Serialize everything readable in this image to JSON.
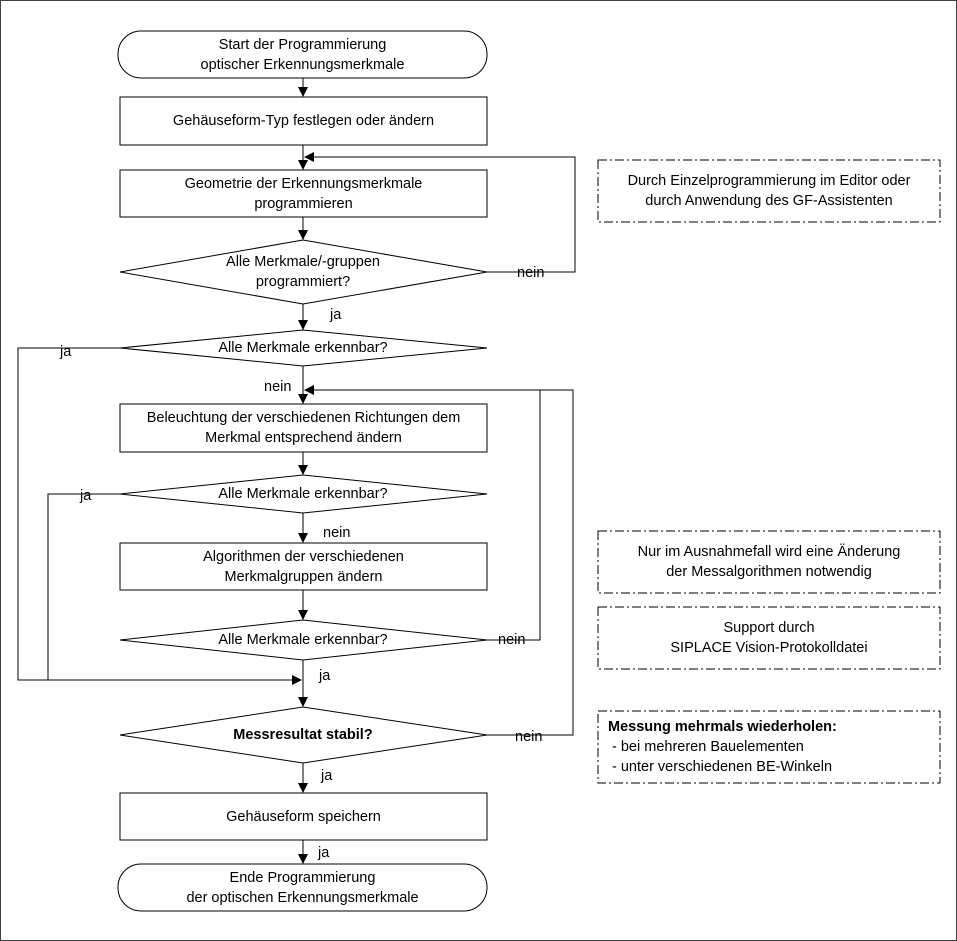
{
  "nodes": {
    "start": [
      "Start der Programmierung",
      "optischer Erkennungsmerkmale"
    ],
    "gehaeuse_typ": [
      "Gehäuseform-Typ festlegen oder ändern"
    ],
    "geometrie": [
      "Geometrie der Erkennungsmerkmale",
      "programmieren"
    ],
    "d_alle_programmiert": [
      "Alle Merkmale/-gruppen",
      "programmiert?"
    ],
    "d_erkennbar_1": [
      "Alle Merkmale erkennbar?"
    ],
    "beleuchtung": [
      "Beleuchtung der verschiedenen Richtungen dem",
      "Merkmal entsprechend ändern"
    ],
    "d_erkennbar_2": [
      "Alle Merkmale erkennbar?"
    ],
    "algorithmen": [
      "Algorithmen der verschiedenen",
      "Merkmalgruppen ändern"
    ],
    "d_erkennbar_3": [
      "Alle Merkmale erkennbar?"
    ],
    "d_stabil": [
      "Messresultat stabil?"
    ],
    "speichern": [
      "Gehäuseform speichern"
    ],
    "ende": [
      "Ende Programmierung",
      "der optischen Erkennungsmerkmale"
    ]
  },
  "edge_labels": {
    "nein_programmiert": "nein",
    "ja_programmiert": "ja",
    "ja_erkennbar_1": "ja",
    "nein_erkennbar_1": "nein",
    "ja_erkennbar_2": "ja",
    "nein_erkennbar_2": "nein",
    "nein_erkennbar_3": "nein",
    "ja_erkennbar_3": "ja",
    "nein_stabil": "nein",
    "ja_stabil": "ja",
    "ja_speichern": "ja"
  },
  "notes": {
    "editor": [
      "Durch Einzelprogrammierung im Editor oder",
      "durch Anwendung des GF-Assistenten"
    ],
    "ausnahme": [
      "Nur im Ausnahmefall wird eine  Änderung",
      "der Messalgorithmen notwendig"
    ],
    "support": [
      "Support durch",
      "SIPLACE Vision-Protokolldatei"
    ],
    "messung_title": "Messung mehrmals wiederholen:",
    "messung_items": [
      "- bei mehreren Bauelementen",
      "- unter verschiedenen BE-Winkeln"
    ]
  }
}
